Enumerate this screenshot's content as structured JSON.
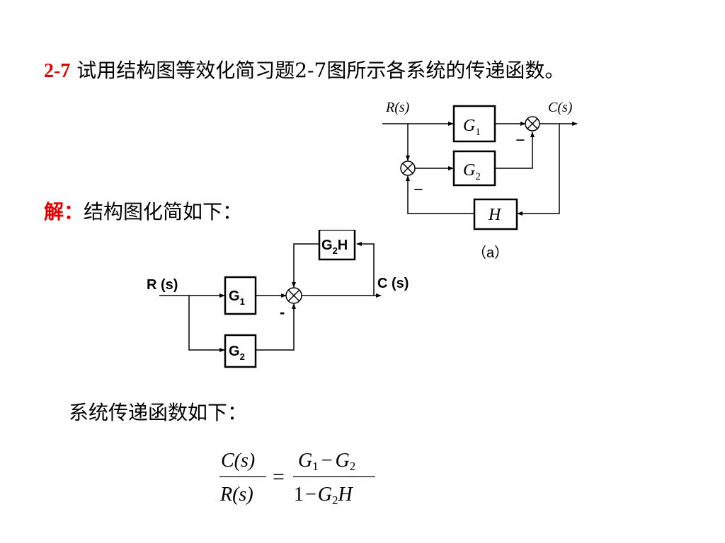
{
  "problem": {
    "number": "2-7",
    "text": "试用结构图等效化简习题2-7图所示各系统的传递函数。"
  },
  "solution": {
    "label": "解：",
    "text": "结构图化简如下："
  },
  "diagram_a": {
    "caption": "（a）",
    "input_label": "R(s)",
    "output_label": "C(s)",
    "blocks": [
      {
        "main": "G",
        "sub": "1"
      },
      {
        "main": "G",
        "sub": "2"
      },
      {
        "main": "H",
        "sub": ""
      }
    ],
    "signs": [
      "−",
      "−"
    ]
  },
  "diagram_simplified": {
    "input_label": "R (s)",
    "output_label": "C (s)",
    "blocks": [
      {
        "main": "G",
        "sub": "2",
        "suffix": "H"
      },
      {
        "main": "G",
        "sub": "1",
        "suffix": ""
      },
      {
        "main": "G",
        "sub": "2",
        "suffix": ""
      }
    ],
    "sign": "-"
  },
  "transfer": {
    "intro": "系统传递函数如下：",
    "lhs_num": "C(s)",
    "lhs_den": "R(s)",
    "equals": "=",
    "rhs_num": {
      "a": "G",
      "a_sub": "1",
      "op": "−",
      "b": "G",
      "b_sub": "2"
    },
    "rhs_den": {
      "one": "1",
      "op": "−",
      "g": "G",
      "g_sub": "2",
      "h": "H"
    }
  }
}
